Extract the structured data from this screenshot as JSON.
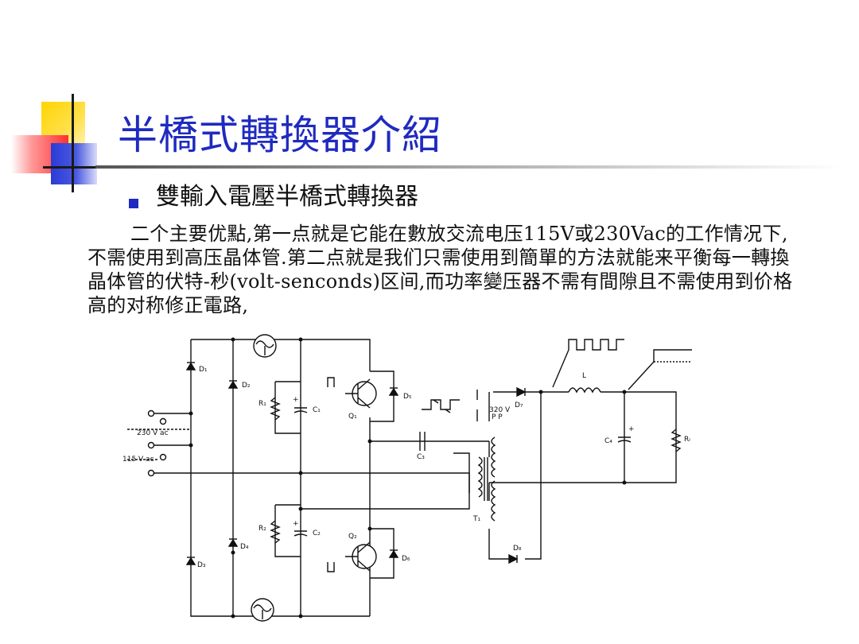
{
  "slide": {
    "title": "半橋式轉換器介紹",
    "bullet": "雙輸入電壓半橋式轉換器",
    "paragraph": "二个主要优點,第一点就是它能在數放交流电压115V或230Vac的工作情况下,不需使用到高压晶体管.第二点就是我们只需使用到簡單的方法就能来平衡每一轉換晶体管的伏特-秒(volt-senconds)区间,而功率變压器不需有間隙且不需使用到价格高的对称修正電路,"
  },
  "circuit": {
    "labels": {
      "d1": "D₁",
      "d2": "D₂",
      "d3": "D₃",
      "d4": "D₄",
      "d5": "D₅",
      "d6": "D₆",
      "d7": "D₇",
      "d8": "D₈",
      "r1": "R₁",
      "r2": "R₂",
      "c1": "C₁",
      "c2": "C₂",
      "c3": "C₃",
      "c4": "C₄",
      "q1": "Q₁",
      "q2": "Q₂",
      "t1": "T₁",
      "l": "L",
      "rl": "Rₗ",
      "v230": "230 V ac",
      "v115": "115 V ac",
      "vpp1": "320 V",
      "vpp2": "P P",
      "plus": "+"
    }
  }
}
